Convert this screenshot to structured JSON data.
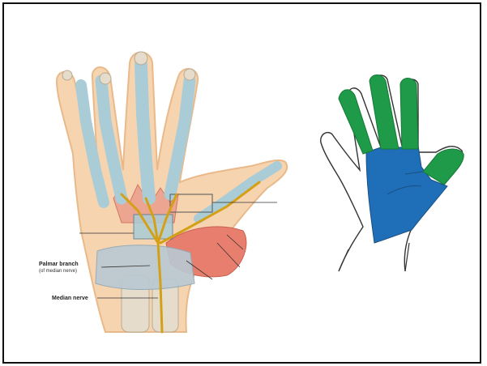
{
  "labels": {
    "palmar_branch": "Palmar branch",
    "palmar_branch_sub": "(of median nerve)",
    "median_nerve": "Median nerve"
  },
  "colors": {
    "skin": "#f6d4b0",
    "skin_outline": "#e9b98a",
    "tendon_sheath": "#a9ccd6",
    "tendon_sheath_dark": "#7fa9b8",
    "muscle": "#e87f6e",
    "nerve": "#d4a017",
    "bone": "#e6dccb",
    "retinaculum": "#b9c9d3",
    "green_region": "#1f9a48",
    "blue_region": "#1f6fb8"
  },
  "icons": {
    "anatomy": "hand-anatomy-illustration",
    "innervation": "median-nerve-sensory-map"
  }
}
